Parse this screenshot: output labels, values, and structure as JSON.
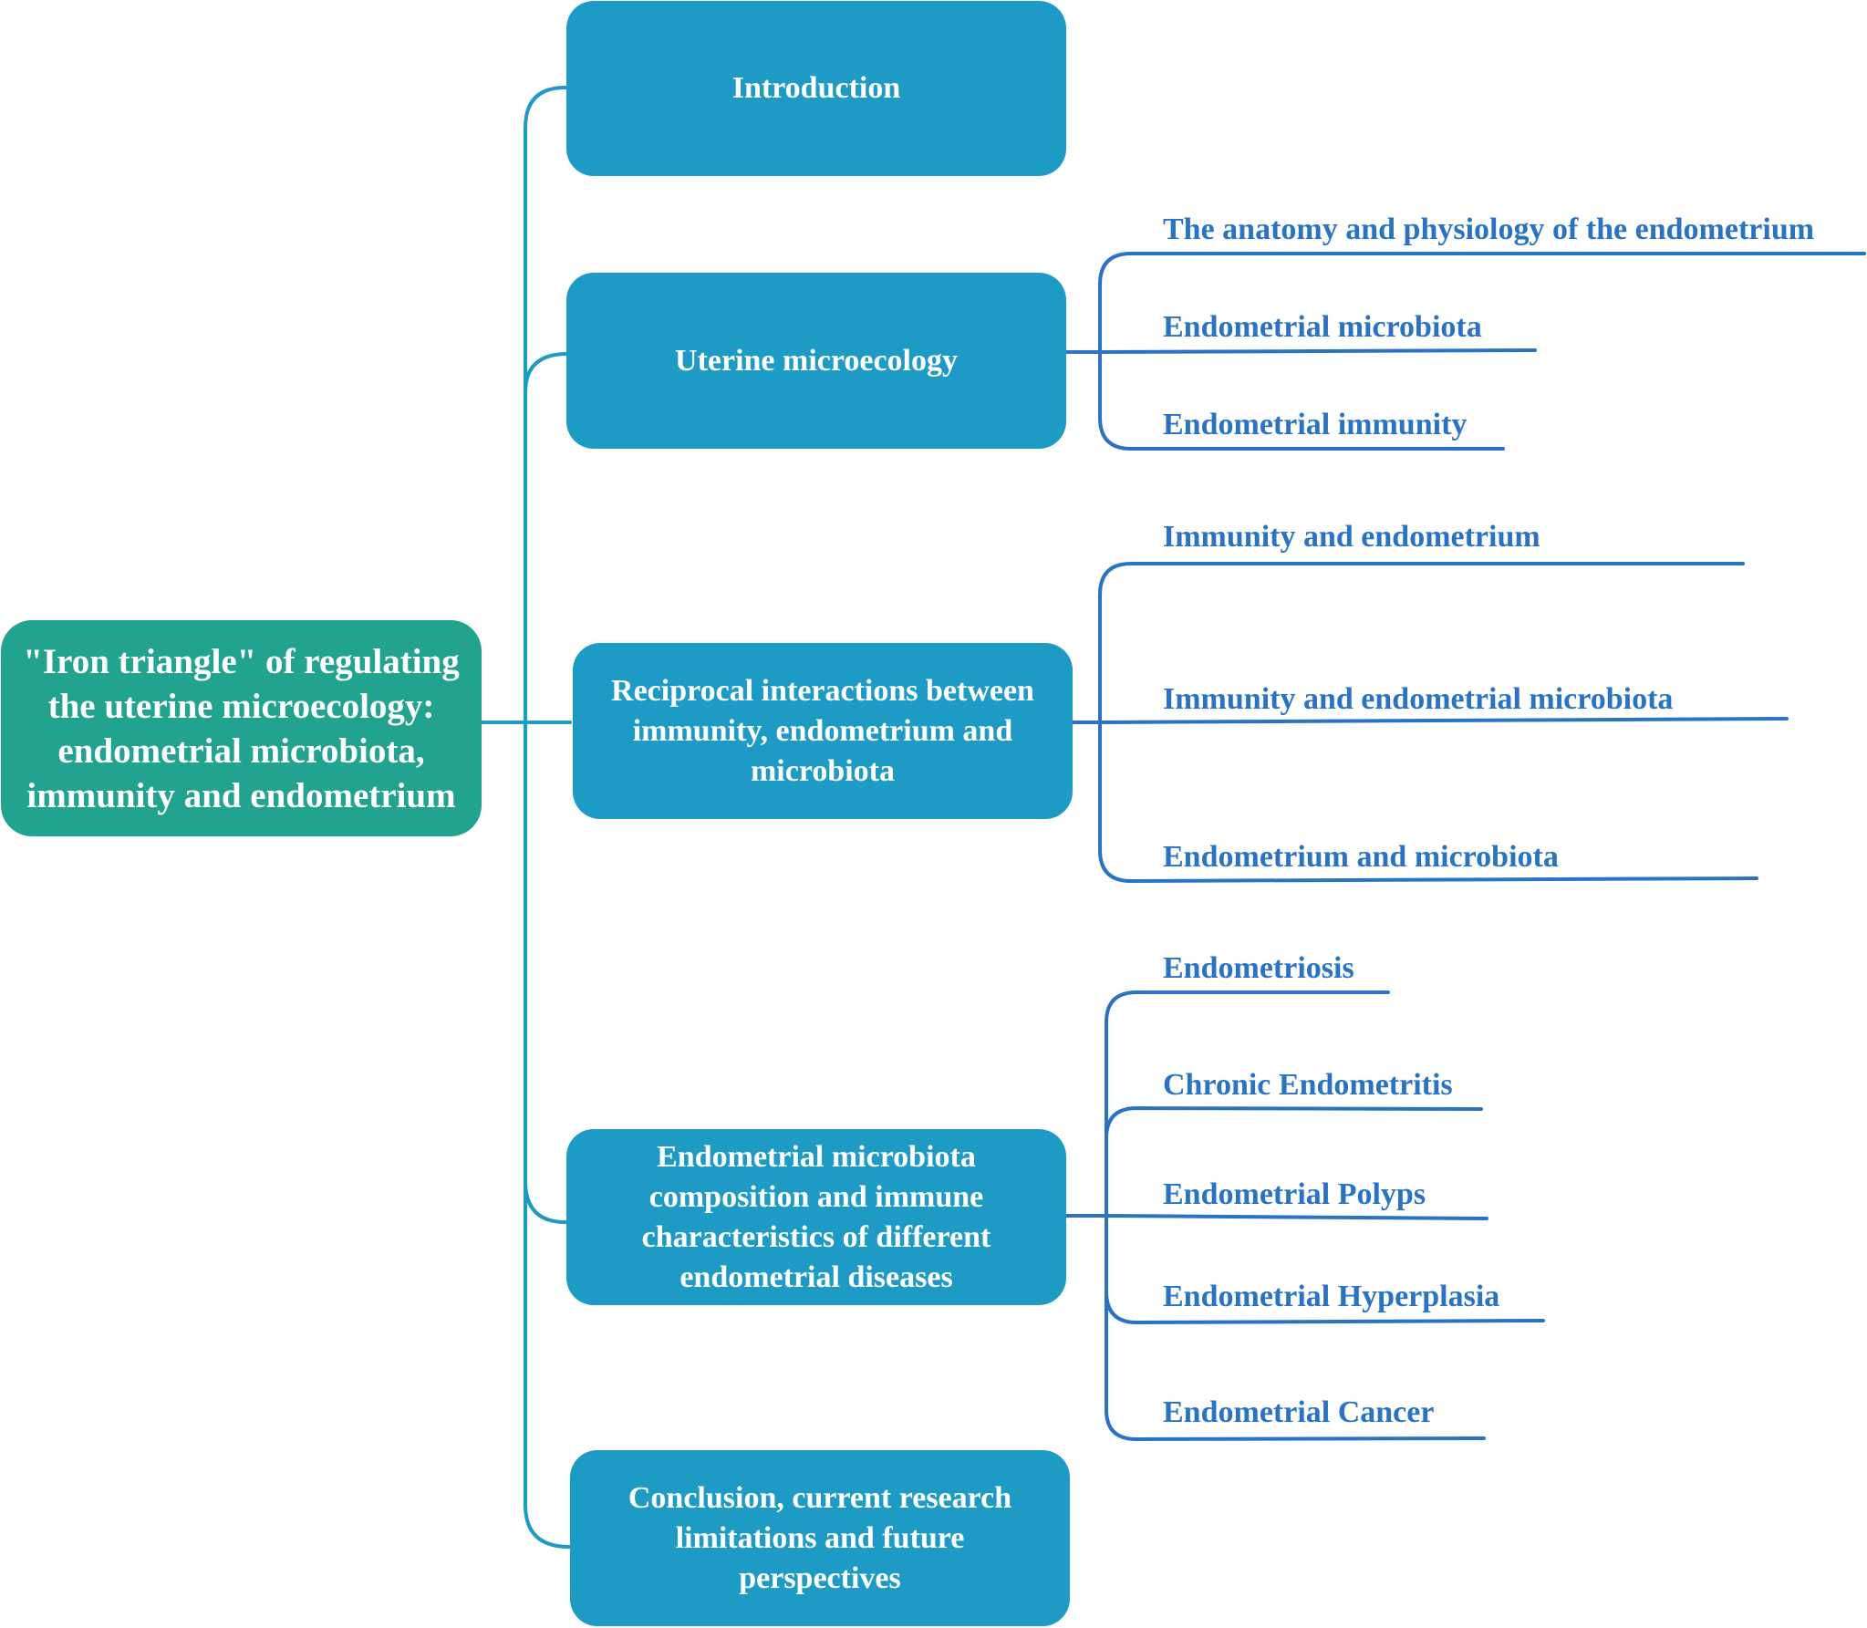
{
  "colors": {
    "root_fill": "#21a38f",
    "branch_fill": "#1e9bc4",
    "connector_line": "#1e9bc4",
    "leaf_text": "#2a73c2",
    "leaf_underline": "#2a73c2"
  },
  "root": {
    "label": "\"Iron triangle\" of regulating the uterine microecology: endometrial microbiota, immunity and endometrium"
  },
  "branches": [
    {
      "label": "Introduction",
      "children": []
    },
    {
      "label": "Uterine microecology",
      "children": [
        "The anatomy and physiology of  the endometrium",
        "Endometrial microbiota",
        "Endometrial immunity"
      ]
    },
    {
      "label": "Reciprocal interactions between immunity, endometrium and microbiota",
      "children": [
        "Immunity and endometrium",
        "Immunity and endometrial microbiota",
        "Endometrium and microbiota"
      ]
    },
    {
      "label": "Endometrial microbiota composition and immune characteristics of different endometrial diseases",
      "children": [
        "Endometriosis",
        "Chronic Endometritis",
        "Endometrial Polyps",
        "Endometrial Hyperplasia",
        "Endometrial Cancer"
      ]
    },
    {
      "label": "Conclusion, current research limitations and future perspectives",
      "children": []
    }
  ]
}
